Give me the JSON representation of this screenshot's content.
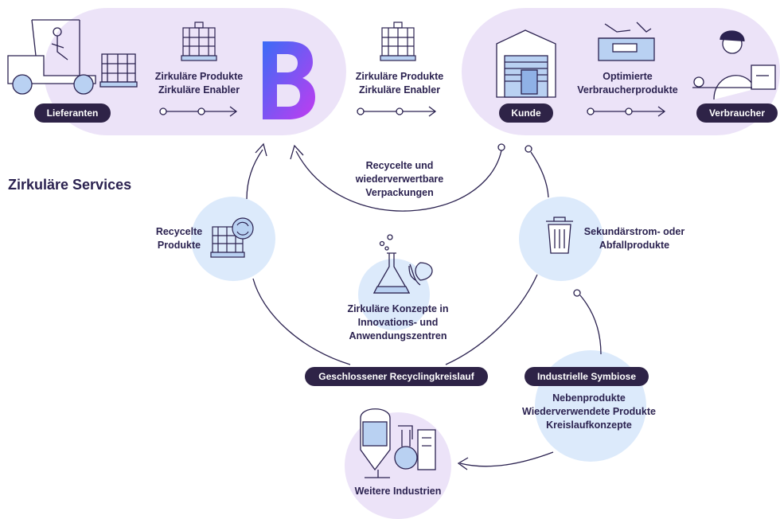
{
  "heading": "Zirkuläre Services",
  "top_left": {
    "lines": [
      "Zirkuläre Produkte",
      "Zirkuläre Enabler"
    ],
    "pill": "Lieferanten",
    "logo_letter": "B"
  },
  "top_middle": {
    "lines": [
      "Zirkuläre Produkte",
      "Zirkuläre Enabler"
    ]
  },
  "top_right": {
    "pill_customer": "Kunde",
    "lines": [
      "Optimierte",
      "Verbraucherprodukte"
    ],
    "pill_consumer": "Verbraucher"
  },
  "recycled_packaging": [
    "Recycelte und",
    "wiederverwertbare",
    "Verpackungen"
  ],
  "recycled_products": [
    "Recycelte",
    "Produkte"
  ],
  "waste_products": [
    "Sekundärstrom- oder",
    "Abfallprodukte"
  ],
  "center_concepts": [
    "Zirkuläre Konzepte in",
    "Innovations- und",
    "Anwendungszentren"
  ],
  "pill_closed_loop": "Geschlossener Recyclingkreislauf",
  "pill_symbiosis": "Industrielle Symbiose",
  "symbiosis_lines": [
    "Nebenprodukte",
    "Wiederverwendete Produkte",
    "Kreislaufkonzepte"
  ],
  "further_industries": "Weitere Industrien",
  "colors": {
    "lavender": "#ece3f8",
    "light_blue": "#dceafb",
    "dark_navy": "#2e2347",
    "line": "#2b2250",
    "icon_blue": "#b9d1f2",
    "brand_gradient_start": "#3b6cf6",
    "brand_gradient_end": "#c13cf0"
  }
}
